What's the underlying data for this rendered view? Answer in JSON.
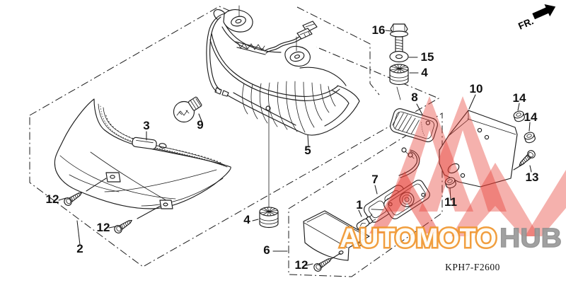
{
  "page": {
    "background": "#ffffff",
    "type": "exploded-parts-diagram"
  },
  "header": {
    "direction_label": "FR."
  },
  "footer": {
    "diagram_code": "KPH7-F2600"
  },
  "watermark": {
    "brand_left": "AUTOMOTO",
    "brand_right": "HUB",
    "accent_orange": "#f0962e",
    "accent_gray": "#9a9a9a",
    "triangle_red": "#e63c32"
  },
  "callouts": {
    "c1": "1",
    "c2": "2",
    "c3": "3",
    "c4a": "4",
    "c4b": "4",
    "c5": "5",
    "c6": "6",
    "c7": "7",
    "c8": "8",
    "c9": "9",
    "c10": "10",
    "c11": "11",
    "c12a": "12",
    "c12b": "12",
    "c12c": "12",
    "c13": "13",
    "c14a": "14",
    "c14b": "14",
    "c15": "15",
    "c16": "16"
  }
}
